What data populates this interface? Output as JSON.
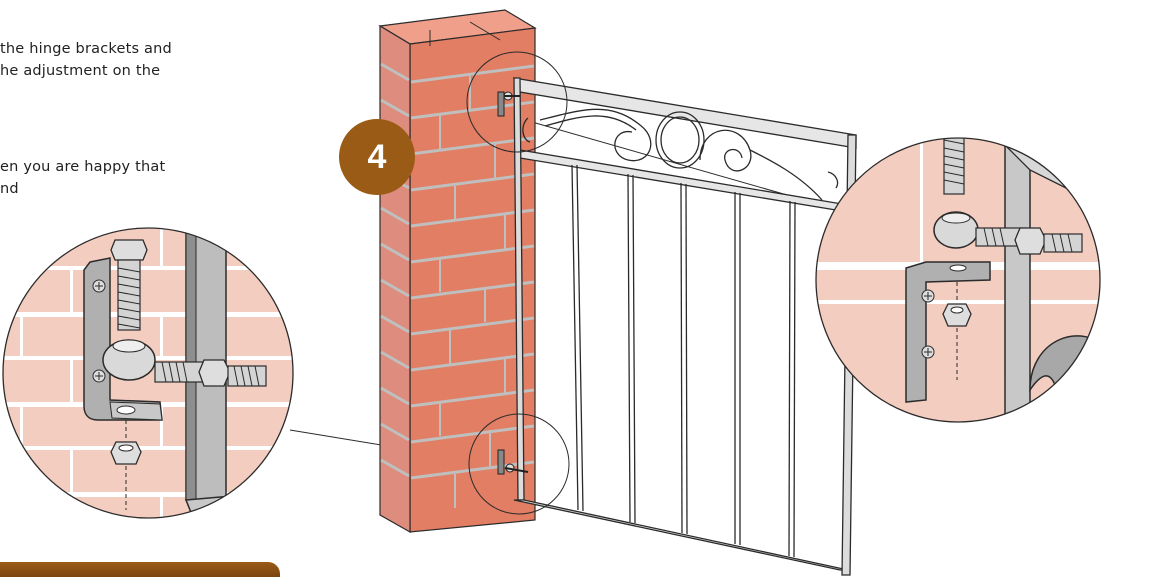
{
  "instructions": {
    "line1": "the hinge brackets and",
    "line2": "he adjustment on the",
    "line3": "en you are happy that",
    "line4": "nd"
  },
  "step": {
    "number": "4"
  },
  "colors": {
    "accent": "#9a5b16",
    "brick": "#e9876d",
    "brick_alt": "#d98f86",
    "mortar": "#d0cfcf",
    "wall_bg": "#f3cdbf",
    "metal": "#c8c8c8",
    "metal_dark": "#8e8e8e",
    "outline": "#2b2b2b",
    "gate_frame": "#dcdcdc"
  },
  "icons": {
    "lower_detail": "hinge-bracket-detail-icon",
    "upper_detail": "hinge-bracket-detail-icon",
    "pillar": "brick-pillar-icon",
    "gate": "metal-gate-icon"
  }
}
